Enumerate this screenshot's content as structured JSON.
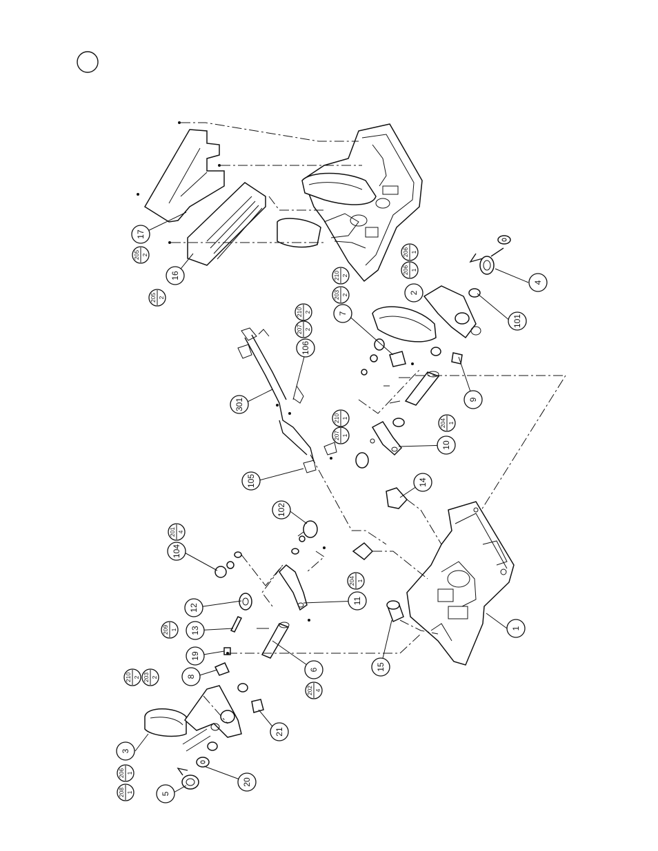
{
  "page": {
    "corner_marker": ""
  },
  "callouts": [
    {
      "id": "c1",
      "label": "1"
    },
    {
      "id": "c2",
      "label": "2"
    },
    {
      "id": "c3",
      "label": "3"
    },
    {
      "id": "c4",
      "label": "4"
    },
    {
      "id": "c5",
      "label": "5"
    },
    {
      "id": "c6",
      "label": "6"
    },
    {
      "id": "c7",
      "label": "7"
    },
    {
      "id": "c8",
      "label": "8"
    },
    {
      "id": "c9",
      "label": "9"
    },
    {
      "id": "c10",
      "label": "10"
    },
    {
      "id": "c11",
      "label": "11"
    },
    {
      "id": "c12",
      "label": "12"
    },
    {
      "id": "c13",
      "label": "13"
    },
    {
      "id": "c14",
      "label": "14"
    },
    {
      "id": "c15",
      "label": "15"
    },
    {
      "id": "c16",
      "label": "16"
    },
    {
      "id": "c17",
      "label": "17"
    },
    {
      "id": "c19",
      "label": "19"
    },
    {
      "id": "c20",
      "label": "20"
    },
    {
      "id": "c21",
      "label": "21"
    },
    {
      "id": "c101",
      "label": "101"
    },
    {
      "id": "c102",
      "label": "102"
    },
    {
      "id": "c104",
      "label": "104"
    },
    {
      "id": "c105",
      "label": "105"
    },
    {
      "id": "c106",
      "label": "106"
    },
    {
      "id": "c301",
      "label": "301"
    }
  ],
  "fasteners": [
    {
      "id": "f205a",
      "top": "205",
      "bottom": "2"
    },
    {
      "id": "f205b",
      "top": "205",
      "bottom": "2"
    },
    {
      "id": "f206a",
      "top": "206",
      "bottom": "1"
    },
    {
      "id": "f206b",
      "top": "206",
      "bottom": "1"
    },
    {
      "id": "f203a",
      "top": "203",
      "bottom": "2"
    },
    {
      "id": "f210a",
      "top": "210",
      "bottom": "2"
    },
    {
      "id": "f207a",
      "top": "207",
      "bottom": "2"
    },
    {
      "id": "f210b",
      "top": "210",
      "bottom": "2"
    },
    {
      "id": "f207b",
      "top": "207",
      "bottom": "1"
    },
    {
      "id": "f210c",
      "top": "210",
      "bottom": "1"
    },
    {
      "id": "f204a",
      "top": "204",
      "bottom": "1"
    },
    {
      "id": "f201",
      "top": "201",
      "bottom": "4"
    },
    {
      "id": "f204b",
      "top": "204",
      "bottom": "1"
    },
    {
      "id": "f209",
      "top": "209",
      "bottom": "1"
    },
    {
      "id": "f210d",
      "top": "210",
      "bottom": "2"
    },
    {
      "id": "f203b",
      "top": "203",
      "bottom": "2"
    },
    {
      "id": "f202",
      "top": "202",
      "bottom": "4"
    },
    {
      "id": "f208",
      "top": "208",
      "bottom": "1"
    },
    {
      "id": "f206c",
      "top": "206",
      "bottom": "1"
    }
  ]
}
